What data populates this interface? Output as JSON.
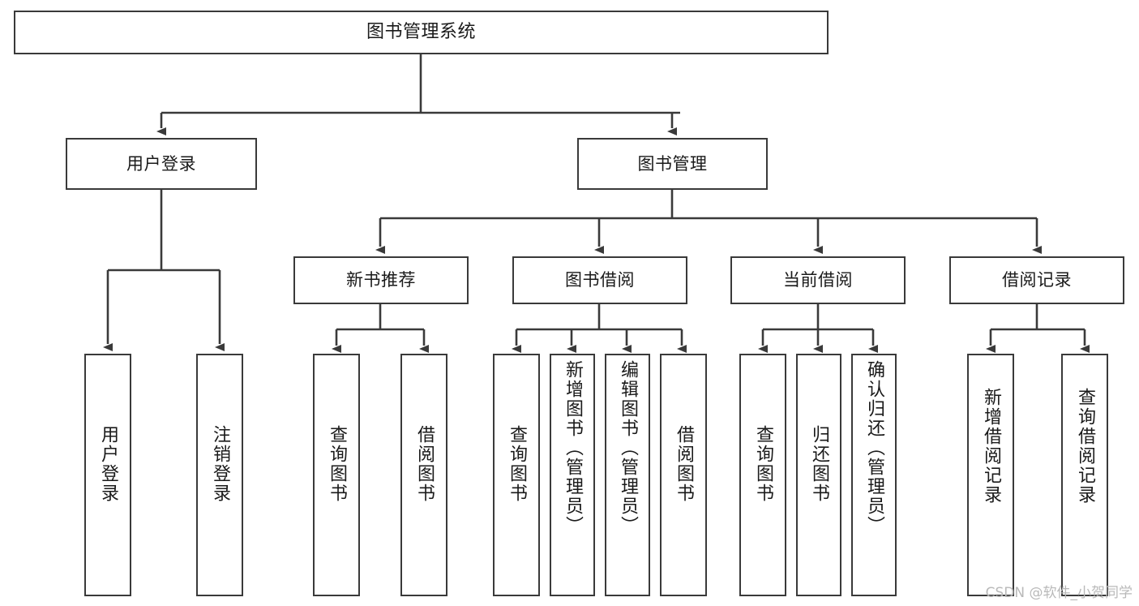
{
  "diagram": {
    "title": "图书管理系统",
    "type": "tree-hierarchy-chart",
    "stroke_color": "#3a3a3a",
    "fill_color": "#ffffff",
    "text_color": "#1a1a1a"
  },
  "root": {
    "label": "图书管理系统"
  },
  "level2": [
    {
      "label": "用户登录"
    },
    {
      "label": "图书管理"
    }
  ],
  "level3": [
    {
      "label": "新书推荐"
    },
    {
      "label": "图书借阅"
    },
    {
      "label": "当前借阅"
    },
    {
      "label": "借阅记录"
    }
  ],
  "leaves": {
    "user_login": [
      {
        "label": "用户登录"
      },
      {
        "label": "注销登录"
      }
    ],
    "new_book": [
      {
        "label": "查询图书"
      },
      {
        "label": "借阅图书"
      }
    ],
    "book_borrow": [
      {
        "label": "查询图书"
      },
      {
        "label": "新增图书（管理员）"
      },
      {
        "label": "编辑图书（管理员）"
      },
      {
        "label": "借阅图书"
      }
    ],
    "current_borrow": [
      {
        "label": "查询图书"
      },
      {
        "label": "归还图书"
      },
      {
        "label": "确认归还（管理员）"
      }
    ],
    "borrow_record": [
      {
        "label": "新增借阅记录"
      },
      {
        "label": "查询借阅记录"
      }
    ]
  },
  "watermark": {
    "text": "CSDN @软件_小贺同学"
  }
}
